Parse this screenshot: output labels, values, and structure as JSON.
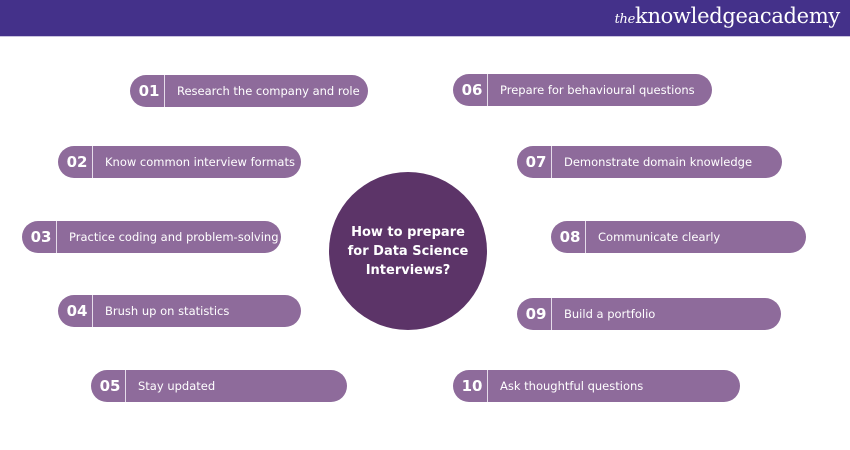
{
  "brand": {
    "logo_prefix": "the",
    "logo_text": "knowledgeacademy"
  },
  "center": {
    "title": "How to prepare for Data Science Interviews?"
  },
  "steps": [
    {
      "num": "01",
      "label": "Research the company and role"
    },
    {
      "num": "02",
      "label": "Know common interview formats"
    },
    {
      "num": "03",
      "label": "Practice coding and problem-solving"
    },
    {
      "num": "04",
      "label": "Brush up on statistics"
    },
    {
      "num": "05",
      "label": "Stay updated"
    },
    {
      "num": "06",
      "label": "Prepare for behavioural questions"
    },
    {
      "num": "07",
      "label": "Demonstrate domain knowledge"
    },
    {
      "num": "08",
      "label": "Communicate clearly"
    },
    {
      "num": "09",
      "label": "Build a portfolio"
    },
    {
      "num": "10",
      "label": "Ask thoughtful questions"
    }
  ],
  "colors": {
    "header": "#44318a",
    "pill": "#8e6b9b",
    "circle": "#5c3468"
  }
}
